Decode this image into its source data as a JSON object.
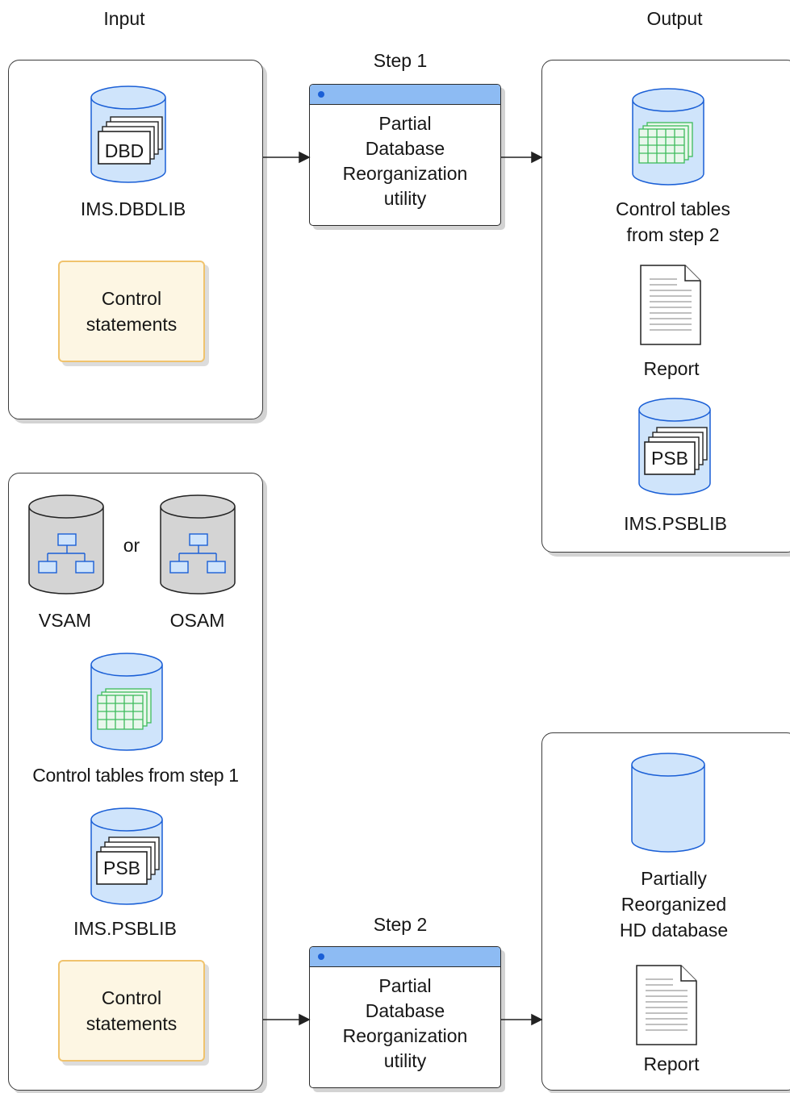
{
  "headings": {
    "input": "Input",
    "output": "Output"
  },
  "step1": {
    "title": "Step 1",
    "utility_lines": [
      "Partial",
      "Database",
      "Reorganization",
      "utility"
    ],
    "input": {
      "dbdlib": {
        "badge": "DBD",
        "label": "IMS.DBDLIB"
      },
      "control": [
        "Control",
        "statements"
      ]
    },
    "output": {
      "control_tables": [
        "Control tables",
        "from step 2"
      ],
      "report": "Report",
      "psblib": {
        "badge": "PSB",
        "label": "IMS.PSBLIB"
      }
    }
  },
  "step2": {
    "title": "Step 2",
    "utility_lines": [
      "Partial",
      "Database",
      "Reorganization",
      "utility"
    ],
    "input": {
      "vsam": "VSAM",
      "or": "or",
      "osam": "OSAM",
      "control_tables": "Control tables from step 1",
      "psblib": {
        "badge": "PSB",
        "label": "IMS.PSBLIB"
      },
      "control": [
        "Control",
        "statements"
      ]
    },
    "output": {
      "database": [
        "Partially",
        "Reorganized",
        "HD database"
      ],
      "report": "Report"
    }
  },
  "colors": {
    "cylinder_blue": "#cfe4fb",
    "cylinder_gray": "#d4d4d4",
    "control_fill": "#fdf6e3",
    "control_border": "#f0c36d",
    "utility_bar": "#8dbbf3",
    "table_green": "#3dbb5b"
  },
  "icons": [
    "dbd-cylinder-icon",
    "psb-cylinder-icon",
    "table-cylinder-icon",
    "report-document-icon",
    "hierarchy-cylinder-icon",
    "database-cylinder-icon"
  ]
}
